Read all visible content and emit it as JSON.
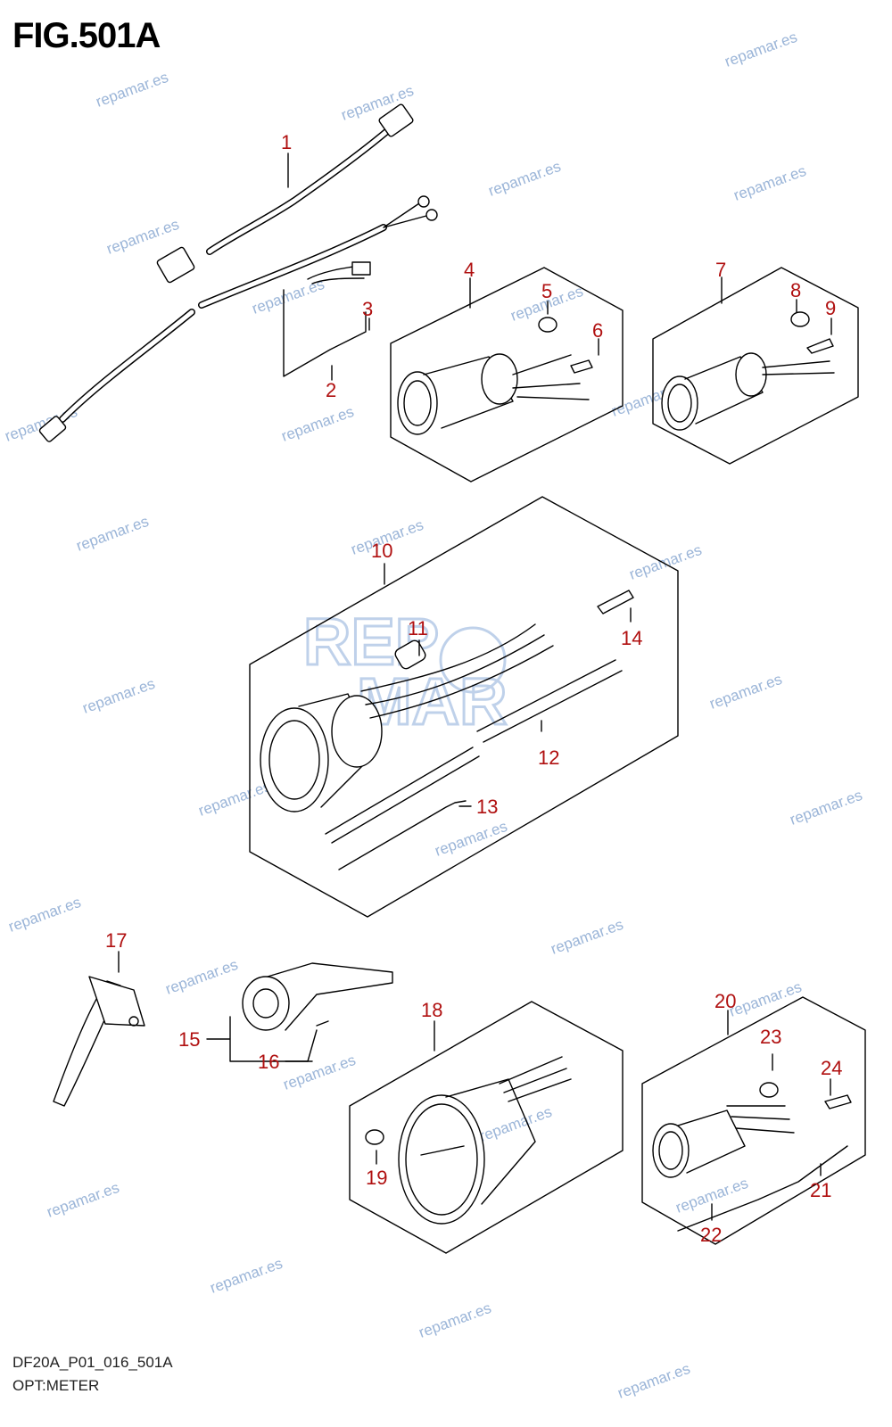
{
  "figure": {
    "title": "FIG.501A",
    "code": "DF20A_P01_016_501A",
    "name": "OPT:METER"
  },
  "watermark": {
    "text": "repamar.es",
    "logo_top": "REP",
    "logo_bottom": "MAR"
  },
  "callouts": [
    "1",
    "2",
    "3",
    "4",
    "5",
    "6",
    "7",
    "8",
    "9",
    "10",
    "11",
    "12",
    "13",
    "14",
    "15",
    "16",
    "17",
    "18",
    "19",
    "20",
    "21",
    "22",
    "23",
    "24"
  ],
  "colors": {
    "callout": "#b01010",
    "watermark": "#9bb5d8",
    "line": "#000000"
  }
}
